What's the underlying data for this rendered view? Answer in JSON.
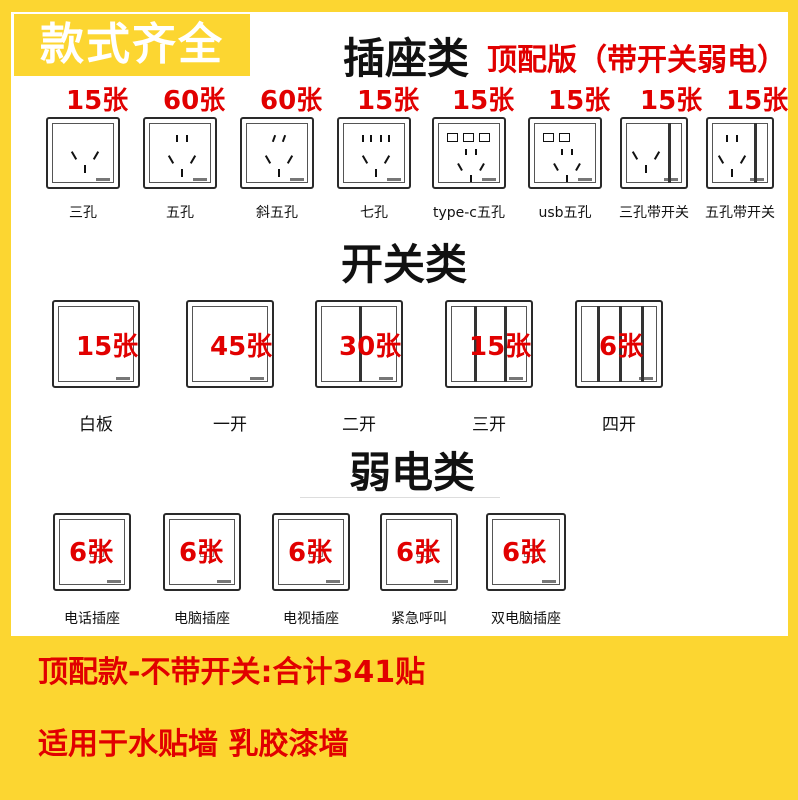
{
  "badge": "款式齐全",
  "sockets": {
    "title": "插座类",
    "subtitle": "顶配版（带开关弱电）",
    "items": [
      {
        "count": "15张",
        "label": "三孔",
        "type": "three"
      },
      {
        "count": "60张",
        "label": "五孔",
        "type": "five"
      },
      {
        "count": "60张",
        "label": "斜五孔",
        "type": "five-slant"
      },
      {
        "count": "15张",
        "label": "七孔",
        "type": "seven"
      },
      {
        "count": "15张",
        "label": "type-c五孔",
        "type": "typec"
      },
      {
        "count": "15张",
        "label": "usb五孔",
        "type": "usb"
      },
      {
        "count": "15张",
        "label": "三孔带开关",
        "type": "three-switch"
      },
      {
        "count": "15张",
        "label": "五孔带开关",
        "type": "five-switch"
      }
    ]
  },
  "switches": {
    "title": "开关类",
    "items": [
      {
        "count": "15张",
        "label": "白板",
        "gangs": 0
      },
      {
        "count": "45张",
        "label": "一开",
        "gangs": 1
      },
      {
        "count": "30张",
        "label": "二开",
        "gangs": 2
      },
      {
        "count": "15张",
        "label": "三开",
        "gangs": 3
      },
      {
        "count": "6张",
        "label": "四开",
        "gangs": 4
      }
    ]
  },
  "weak": {
    "title": "弱电类",
    "items": [
      {
        "count": "6张",
        "label": "电话插座"
      },
      {
        "count": "6张",
        "label": "电脑插座"
      },
      {
        "count": "6张",
        "label": "电视插座"
      },
      {
        "count": "6张",
        "label": "紧急呼叫"
      },
      {
        "count": "6张",
        "label": "双电脑插座"
      }
    ]
  },
  "footer": {
    "line1": "顶配款-不带开关:合计341贴",
    "line2": "适用于水贴墙 乳胶漆墙"
  },
  "colors": {
    "accent": "#fcd631",
    "count": "#e10000"
  }
}
